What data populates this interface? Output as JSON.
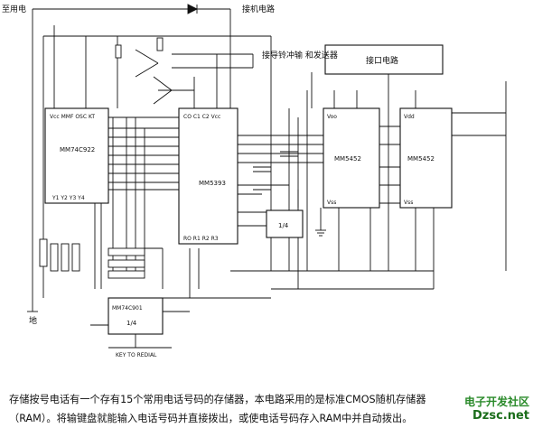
{
  "diagram": {
    "labels": {
      "power_in": "至用电",
      "handset_ckt": "接机电路",
      "bell_ckt": "接导铃冲输\n和发送器",
      "interface": "接口电路"
    },
    "chips": {
      "encoder": {
        "name": "MM74C922",
        "pins_top": "Vcc MMF OSC  KT",
        "pins_bottom": "Y1 Y2 Y3 Y4"
      },
      "dialer": {
        "name": "MM5393",
        "pins_top": "CO  C1  C2  Vcc",
        "pins_bottom": "RO  R1  R2  R3"
      },
      "ram_a": {
        "name": "MM5452",
        "pin_top": "Voo",
        "pin_bottom": "Vss"
      },
      "ram_b": {
        "name": "MM5452",
        "pin_top": "Vdd",
        "pin_bottom": "Vss"
      },
      "small": {
        "name": "1/4"
      },
      "bottom": {
        "name": "MM74C901",
        "sub": "1/4"
      }
    },
    "bottom_text": "KEY TO REDIAL",
    "ground": "地"
  },
  "caption": {
    "line1": "存储按号电话有一个存有15个常用电话号码的存储器，本电路采用的是标准CMOS随机存储器",
    "line2": "（RAM）。将输键盘就能输入电话号码并直接拨出，或使电话号码存入RAM中并自动拨出。"
  },
  "watermark": {
    "line1": "电子开发社区",
    "line2": "Dzsc.net"
  }
}
